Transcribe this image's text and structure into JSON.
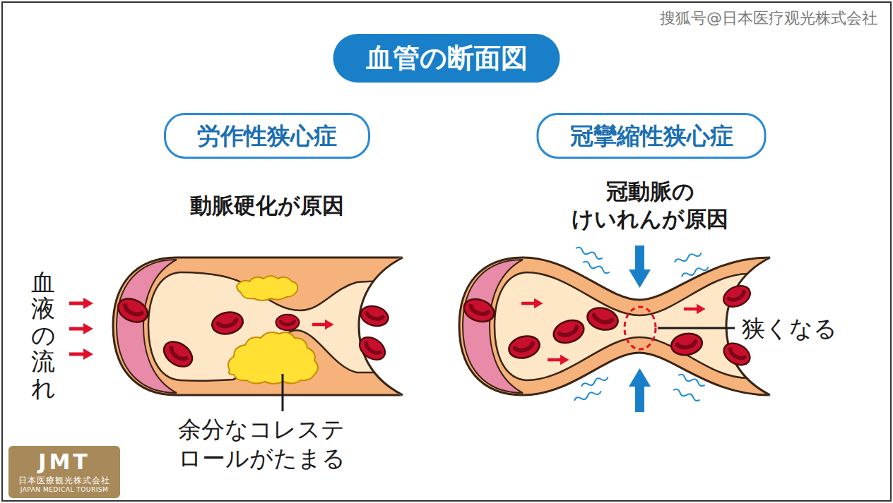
{
  "diagram": {
    "title": "血管の断面図",
    "nodes": [
      {
        "text": [
          "労作性狭心症"
        ]
      },
      {
        "text": [
          "冠攣縮性狭心症"
        ]
      },
      {
        "text": [
          "JMT",
          "日本医療観光株式会社",
          "JAPAN MEDICAL TOURISM"
        ]
      }
    ],
    "labels": [
      "動脈硬化が原因",
      "冠動脈の けいれんが原因",
      "血液の流れ",
      "余分なコレステ ロールがたまる",
      "狭くなる",
      "搜狐号@日本医疗观光株式会社"
    ]
  }
}
